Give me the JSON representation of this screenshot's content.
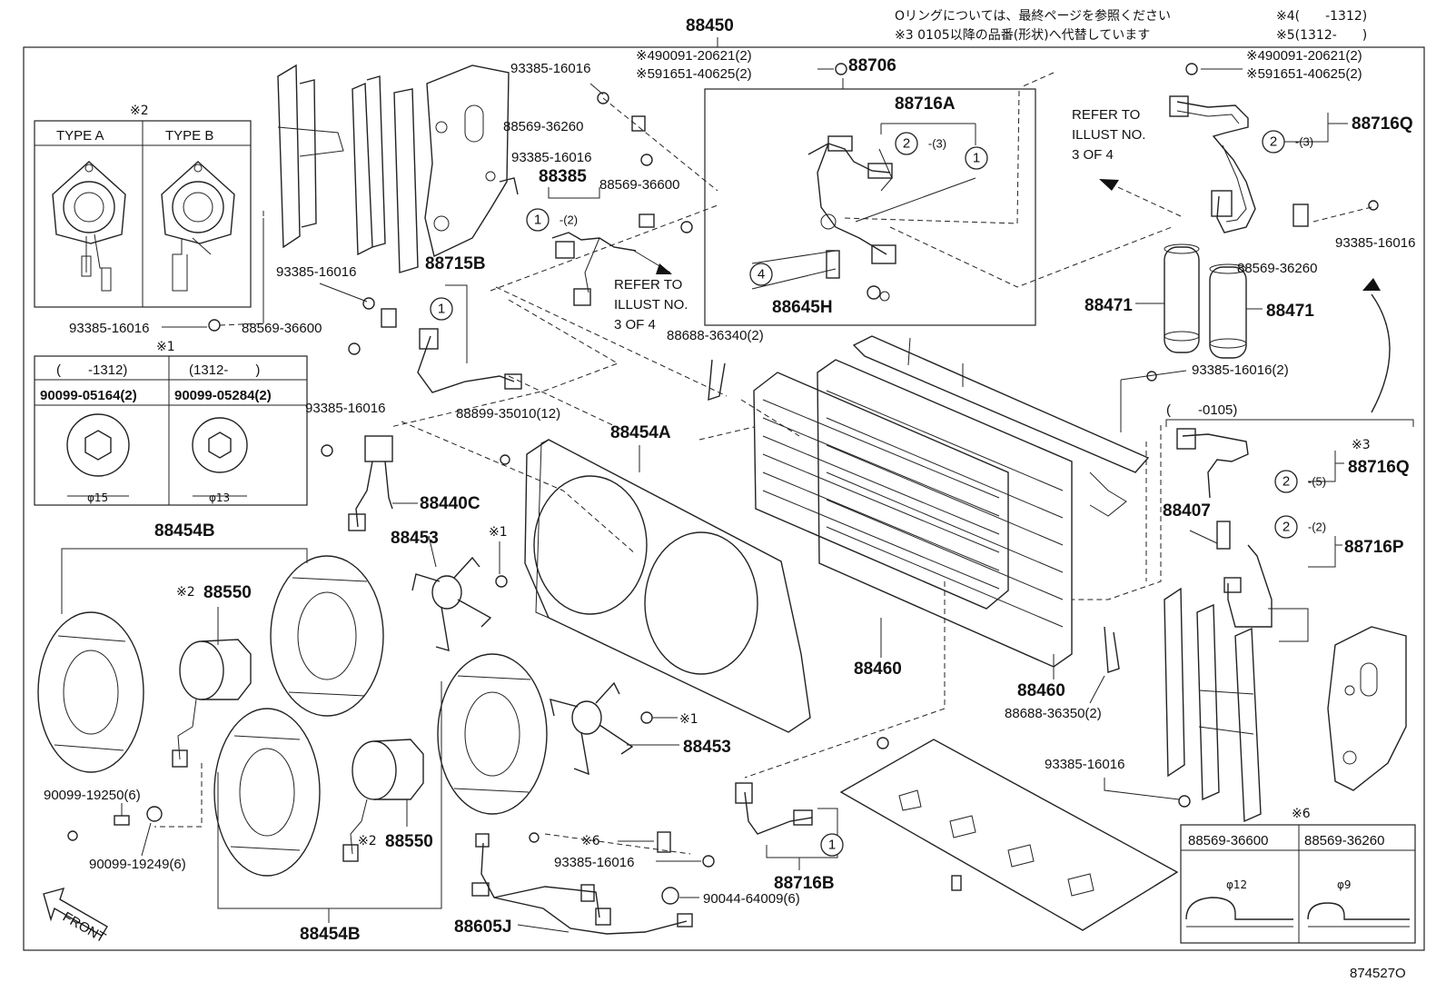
{
  "header": {
    "main_assembly": "88450",
    "note_line1": "Oリングについては、最終ページを参照ください",
    "note_line2": "※3 0105以降の品番(形状)へ代替しています",
    "range_note4": "※4(　　-1312)",
    "range_note5": "※5(1312-　　)"
  },
  "figure_id": "874527O",
  "front_label": "FRONT",
  "refer_note_a": [
    "REFER TO",
    "ILLUST NO.",
    "3 OF 4"
  ],
  "refer_note_b": [
    "REFER TO",
    "ILLUST NO.",
    "3 OF 4"
  ],
  "inset_fan_type": {
    "mark": "※2",
    "type_a": "TYPE A",
    "type_b": "TYPE B"
  },
  "inset_nut": {
    "mark": "※1",
    "col1_range": "(　　-1312)",
    "col2_range": "(1312-　　)",
    "col1_part": "90099-05164(2)",
    "col2_part": "90099-05284(2)",
    "col1_dim": "φ15",
    "col2_dim": "φ13"
  },
  "inset_clip": {
    "mark": "※6",
    "col1_part": "88569-36600",
    "col2_part": "88569-36260",
    "col1_dim": "φ12",
    "col2_dim": "φ9"
  },
  "inset_tube": {
    "range": "(　　-0105)",
    "mark": "※3",
    "part": "88716Q"
  },
  "parts": {
    "p88706": "88706",
    "p88716A": "88716A",
    "p88645H": "88645H",
    "p88716Q_top": "88716Q",
    "p88716Q_mid": "88716Q",
    "p88716P": "88716P",
    "p88716B": "88716B",
    "p88471_a": "88471",
    "p88471_b": "88471",
    "p88407": "88407",
    "p88385": "88385",
    "p88715B": "88715B",
    "p88440C": "88440C",
    "p88453_a": "88453",
    "p88453_b": "88453",
    "p88454A": "88454A",
    "p88454B_top": "88454B",
    "p88454B_bottom": "88454B",
    "p88550_a": "88550",
    "p88550_b": "88550",
    "p88460_a": "88460",
    "p88460_b": "88460",
    "p88605J": "88605J",
    "mark2_a": "※2",
    "mark2_b": "※2"
  },
  "small_parts": {
    "b1": "93385-16016",
    "b2": "88569-36260",
    "b3": "93385-16016",
    "b4": "88569-36600",
    "b5": "93385-16016",
    "b6": "93385-16016",
    "b7": "88569-36600",
    "b8": "93385-16016",
    "b9": "88688-36340(2)",
    "b10": "88899-35010(12)",
    "b11": "※490091-20621(2)",
    "b12": "※591651-40625(2)",
    "b13": "※490091-20621(2)",
    "b14": "※591651-40625(2)",
    "b15": "93385-16016",
    "b16": "88569-36260",
    "b17": "93385-16016(2)",
    "b18": "88688-36350(2)",
    "b19": "93385-16016",
    "b20": "90099-19250(6)",
    "b21": "90099-19249(6)",
    "b22": "93385-16016",
    "b23": "90044-64009(6)",
    "mark6": "※6",
    "mark1_a": "※1",
    "mark1_b": "※1"
  },
  "callouts": {
    "c1_a": "1",
    "c1_a_qty": "-(2)",
    "c1_b": "1",
    "c1_c": "1",
    "c2_a": "2",
    "c2_a_qty": "-(3)",
    "c1_d": "1",
    "c4": "4",
    "c2_b": "2",
    "c2_b_qty": "-(3)",
    "c2_c": "2",
    "c2_c_qty": "-(5)",
    "c2_d": "2",
    "c2_d_qty": "-(2)"
  }
}
